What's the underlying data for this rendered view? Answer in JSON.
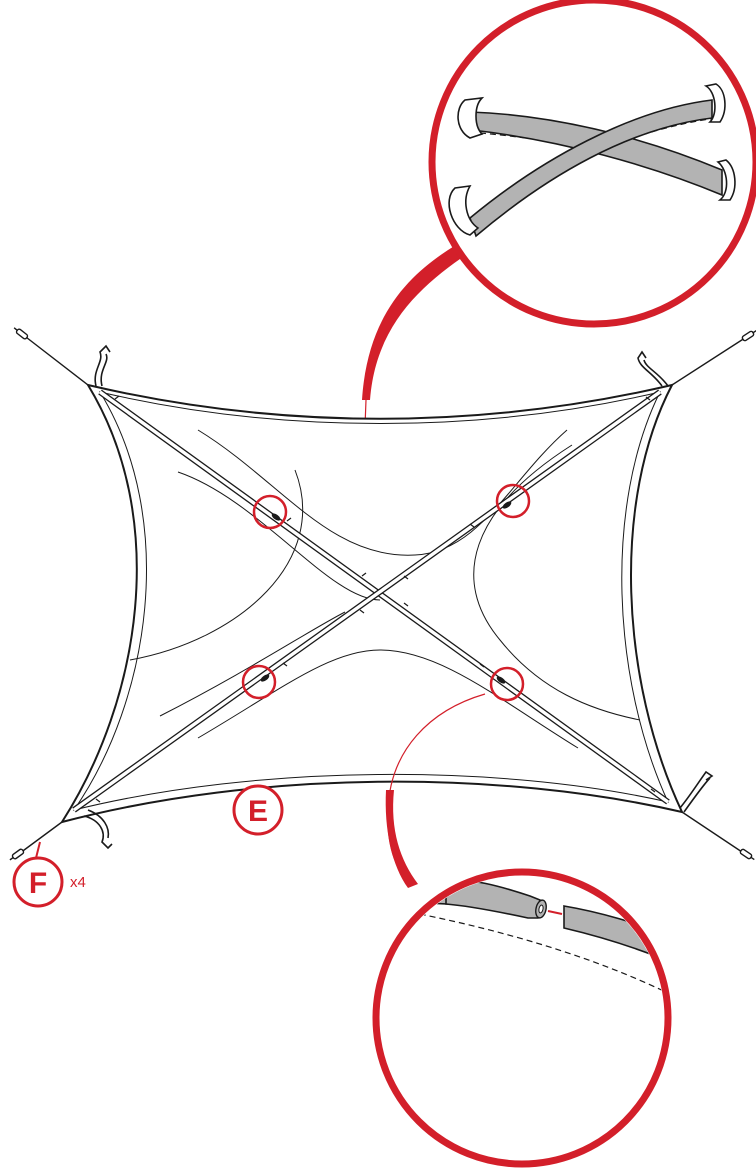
{
  "labels": {
    "part_e": "E",
    "part_f": "F",
    "quantity_f": "x4"
  },
  "colors": {
    "accent": "#d31f2a",
    "line": "#1a1a1a",
    "pole_fill": "#b3b3b3"
  },
  "icons": [
    "tarp-shape",
    "cross-poles",
    "guy-line",
    "stake-icon",
    "corner-hook-icon",
    "pole-crossing-detail",
    "pole-joint-detail"
  ]
}
